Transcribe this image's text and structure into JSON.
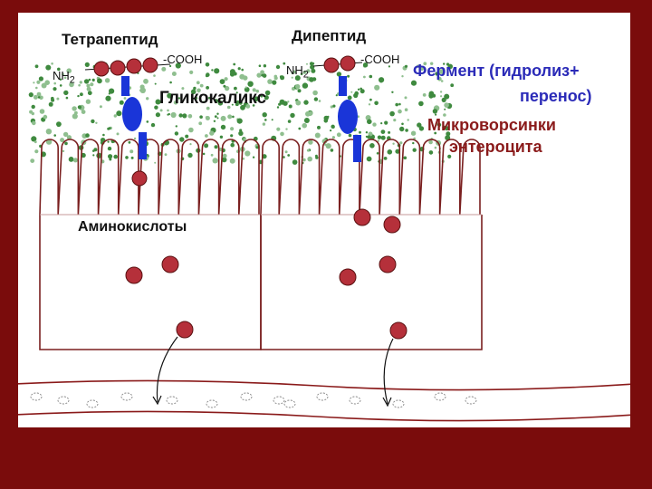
{
  "labels": {
    "tetrapeptide": "Тетрапептид",
    "dipeptide": "Дипептид",
    "nh2": "NH",
    "nh2_sub": "2",
    "cooh": "-COOH",
    "glycocalyx": "Гликокаликс",
    "enzyme_line1": "Фермент (гидролиз+",
    "enzyme_line2": "перенос)",
    "villi_line1": "Микроворсинки",
    "villi_line2": "энтероцита",
    "amino_acids": "Аминокислоты"
  },
  "colors": {
    "background": "#7a0c0c",
    "panel": "#ffffff",
    "membrane": "#7a1f1f",
    "glycocalyx": "#3f8a3f",
    "enzyme": "#1a35d8",
    "amino_acid": "#b5303a",
    "enzyme_label": "#2b2bb8",
    "villi_label": "#8a1a1a"
  },
  "peptides": [
    {
      "name": "tetrapeptide",
      "residues": 4
    },
    {
      "name": "dipeptide",
      "residues": 2
    }
  ]
}
